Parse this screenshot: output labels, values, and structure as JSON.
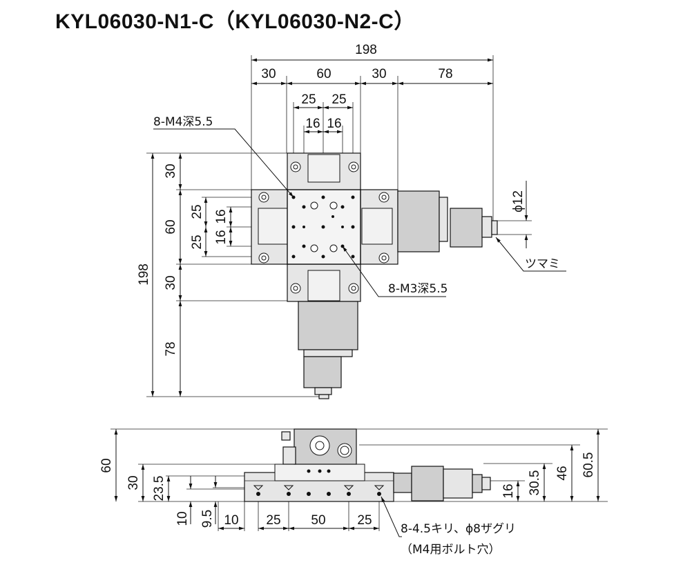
{
  "title": "KYL06030-N1-C（KYL06030-N2-C）",
  "top_view": {
    "dims_horizontal": {
      "overall": "198",
      "seg_left": "30",
      "seg_center": "60",
      "seg_right": "30",
      "seg_knob": "78",
      "pitch_a": "25",
      "pitch_b": "25",
      "pitch_c": "16",
      "pitch_d": "16"
    },
    "dims_vertical": {
      "overall": "198",
      "seg_top": "30",
      "seg_center": "60",
      "seg_bottom": "30",
      "seg_knob": "78",
      "pitch_a": "25",
      "pitch_b": "25",
      "pitch_c": "16",
      "pitch_d": "16"
    },
    "callout_m4": "8-M4深5.5",
    "callout_m3": "8-M3深5.5",
    "callout_knob": "ツマミ",
    "knob_dia": "ϕ12"
  },
  "side_view": {
    "dims_left": {
      "h60": "60",
      "h30": "30",
      "h23_5": "23.5",
      "h10": "10",
      "h9_5": "9.5"
    },
    "dims_bottom": {
      "d10": "10",
      "d25a": "25",
      "d50": "50",
      "d25b": "25"
    },
    "dims_right": {
      "h16": "16",
      "h30_5": "30.5",
      "h46": "46",
      "h60_5": "60.5"
    },
    "callout_holes_1": "8-4.5キリ、ϕ8ザグリ",
    "callout_holes_2": "（M4用ボルト穴）"
  }
}
